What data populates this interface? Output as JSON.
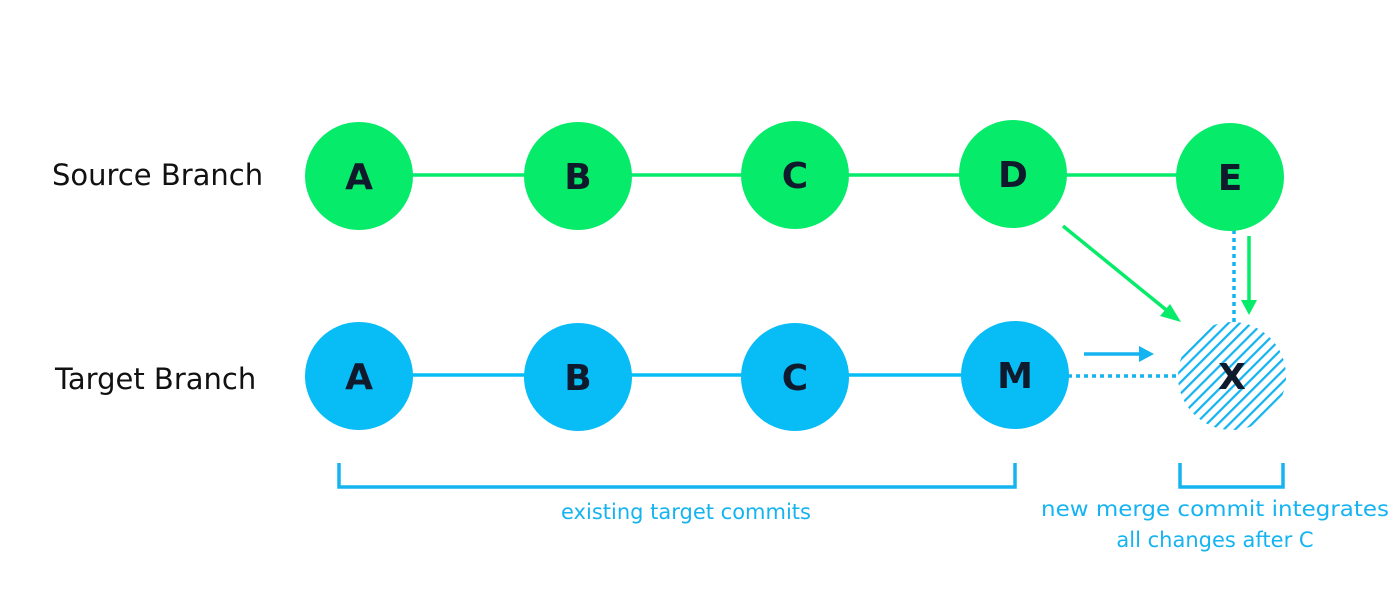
{
  "branches": {
    "source": {
      "label": "Source Branch",
      "color": "#06ec6a",
      "commits": [
        "A",
        "B",
        "C",
        "D",
        "E"
      ]
    },
    "target": {
      "label": "Target Branch",
      "color": "#08bcf6",
      "commits": [
        "A",
        "B",
        "C",
        "M"
      ]
    }
  },
  "merge_commit": {
    "label": "X",
    "color": "#15b4f1",
    "pattern": "diagonal-hatch"
  },
  "captions": {
    "existing": "existing target commits",
    "merge_line1": "new merge commit integrates",
    "merge_line2": "all changes after C"
  },
  "colors": {
    "source_green": "#06ec6a",
    "target_blue": "#08bcf6",
    "text_dark": "#0f1a2c"
  }
}
